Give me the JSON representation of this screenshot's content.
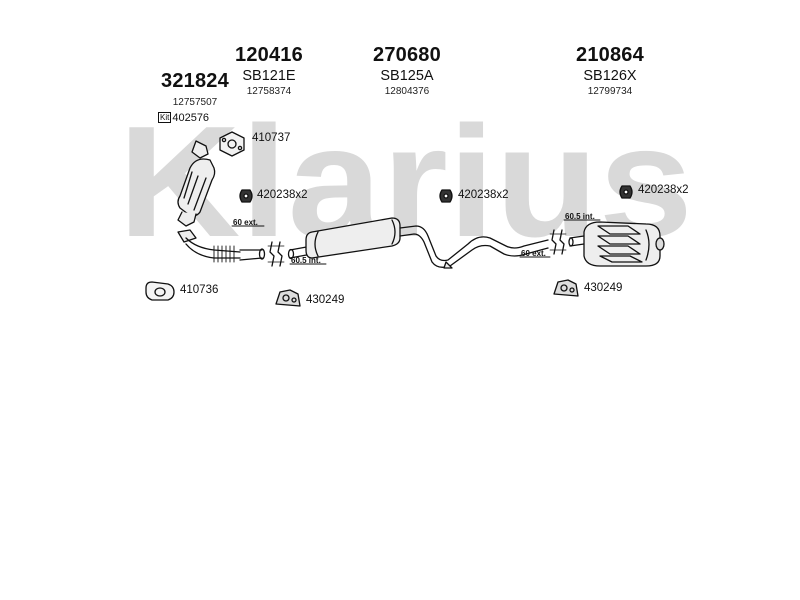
{
  "watermark": {
    "brand": "Klarius"
  },
  "assemblies": [
    {
      "number": "321824",
      "code": "",
      "oe": "12757507"
    },
    {
      "number": "120416",
      "code": "SB121E",
      "oe": "12758374"
    },
    {
      "number": "270680",
      "code": "SB125A",
      "oe": "12804376"
    },
    {
      "number": "210864",
      "code": "SB126X",
      "oe": "12799734"
    }
  ],
  "kit": {
    "box_label": "Kit",
    "number": "402576"
  },
  "fittings": {
    "gasket_top": "410737",
    "clamp_front": "420238x2",
    "clamp_mid": "420238x2",
    "clamp_rear": "420238x2",
    "gasket_bottom": "410736",
    "mount_front": "430249",
    "mount_rear": "430249"
  },
  "fit_notes": {
    "ext_front": "60 ext.",
    "int_front": "60.5 int.",
    "ext_rear": "60 ext.",
    "int_rear": "60.5 int."
  },
  "colors": {
    "watermark": "#d9d9d9",
    "line": "#111111",
    "part_fill": "#eeeeee"
  }
}
